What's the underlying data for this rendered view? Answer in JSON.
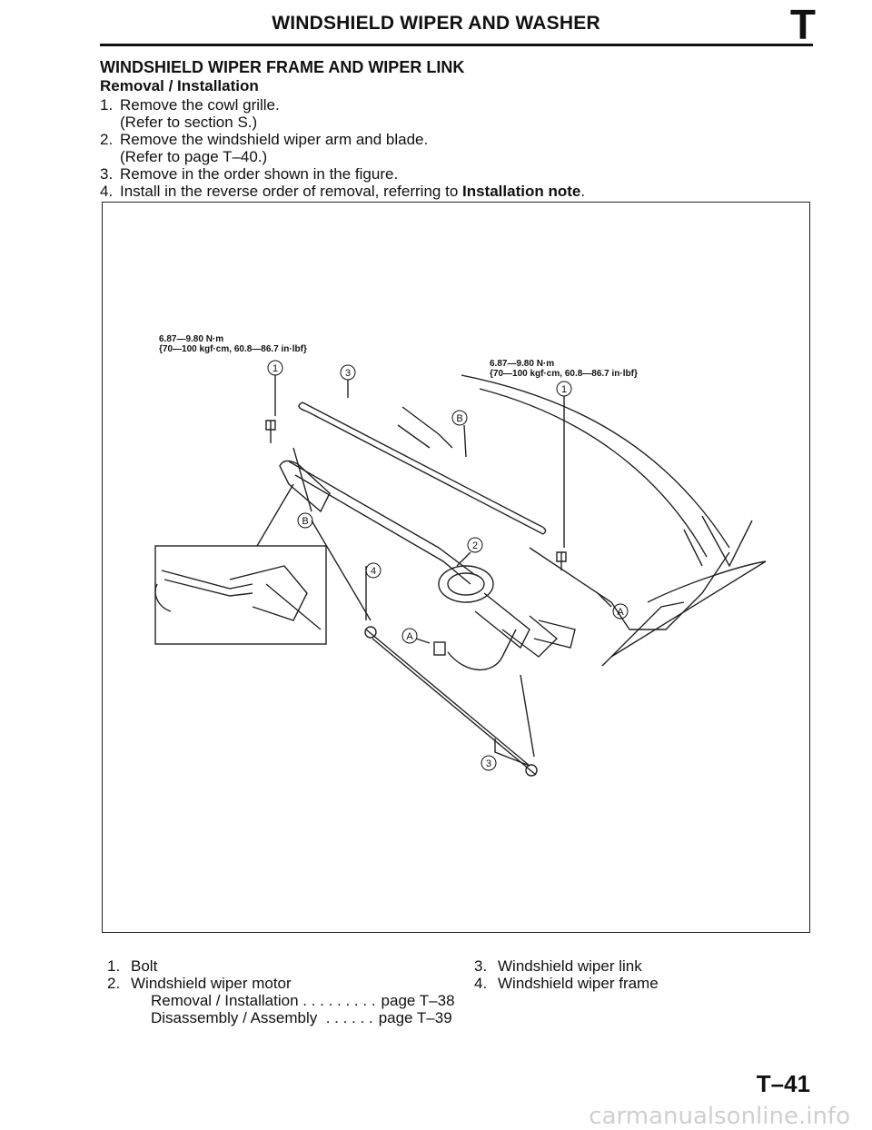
{
  "header": {
    "title": "WINDSHIELD WIPER AND WASHER",
    "section_letter": "T"
  },
  "section": {
    "title": "WINDSHIELD WIPER FRAME AND WIPER LINK",
    "subtitle": "Removal / Installation",
    "steps": [
      {
        "num": "1.",
        "text": "Remove the cowl grille.",
        "note": "(Refer to section S.)"
      },
      {
        "num": "2.",
        "text": "Remove the windshield wiper arm and blade.",
        "note": "(Refer to page T–40.)"
      },
      {
        "num": "3.",
        "text": "Remove in the order shown in the figure."
      },
      {
        "num": "4.",
        "text_prefix": "Install in the reverse order of removal, referring to ",
        "bold_ref": "Installation note",
        "text_suffix": "."
      }
    ]
  },
  "figure": {
    "torque_left": {
      "line1": "6.87—9.80 N·m",
      "line2": "{70—100 kgf·cm, 60.8—86.7 in·lbf}"
    },
    "torque_right": {
      "line1": "6.87—9.80 N·m",
      "line2": "{70—100 kgf·cm, 60.8—86.7 in·lbf}"
    },
    "callouts": [
      "1",
      "3",
      "1",
      "B",
      "B",
      "2",
      "4",
      "A",
      "A",
      "3"
    ]
  },
  "legend": {
    "left": [
      {
        "num": "1.",
        "label": "Bolt"
      },
      {
        "num": "2.",
        "label": "Windshield wiper motor",
        "sub": [
          {
            "label": "Removal / Installation . . . . . . . . .",
            "ref": "page T–38"
          },
          {
            "label": "Disassembly / Assembly  . . . . . .",
            "ref": "page T–39"
          }
        ]
      }
    ],
    "right": [
      {
        "num": "3.",
        "label": "Windshield wiper link"
      },
      {
        "num": "4.",
        "label": "Windshield wiper frame"
      }
    ]
  },
  "page_number": "T–41",
  "watermark": "carmanualsonline.info"
}
